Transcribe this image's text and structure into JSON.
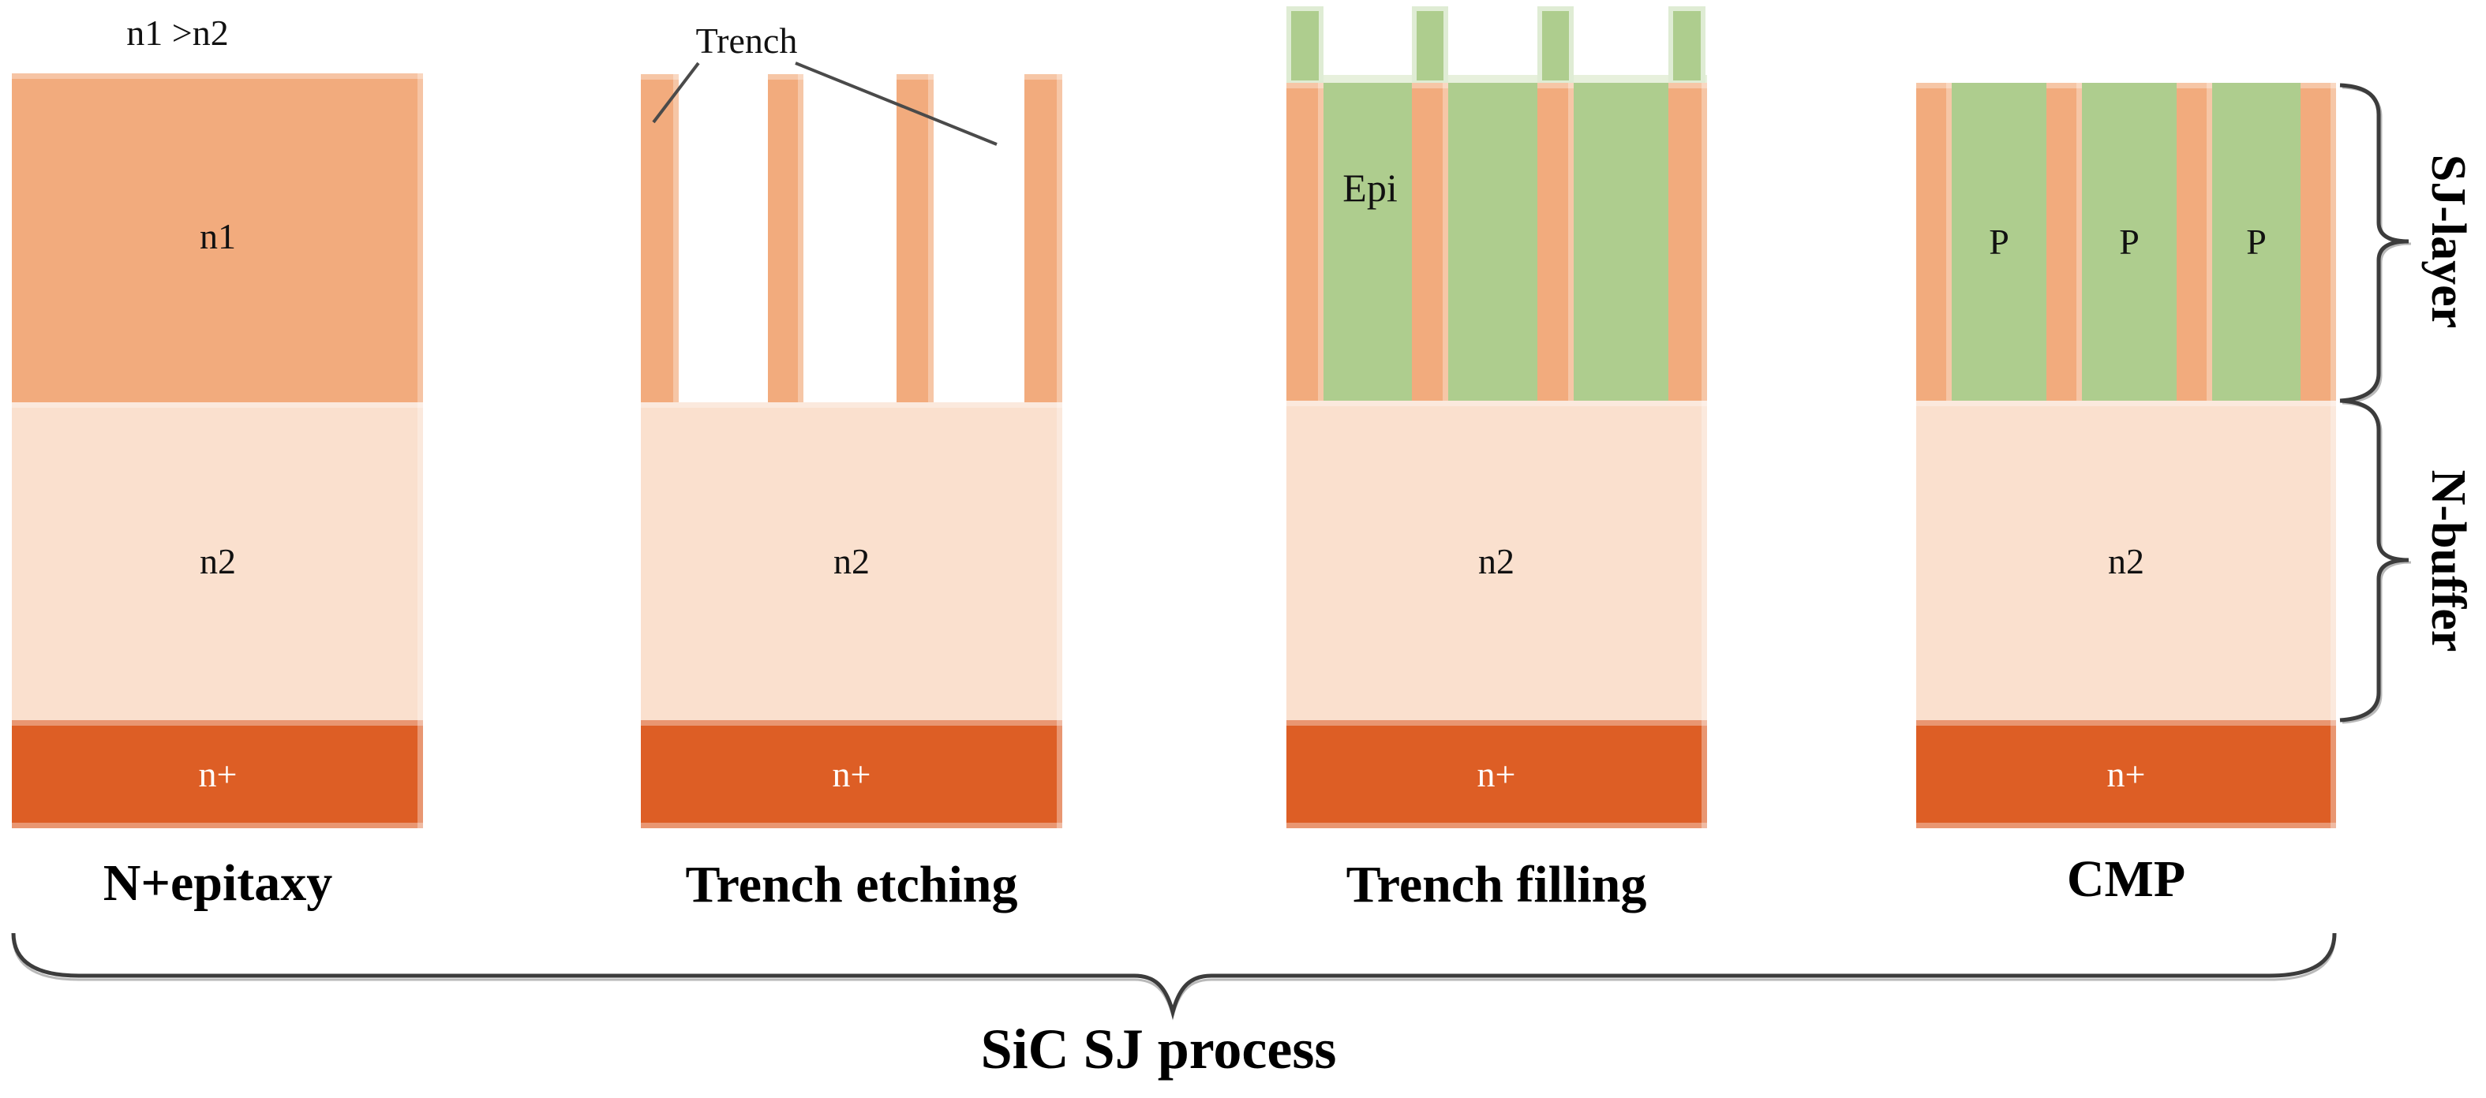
{
  "diagram_title": "SiC SJ process",
  "annotations": {
    "doping_note": "n1 >n2",
    "trench_label": "Trench",
    "epi_label": "Epi"
  },
  "layers": {
    "n1": "n1",
    "n2": "n2",
    "n_plus": "n+",
    "p_pillar": "P"
  },
  "panels": [
    {
      "caption": "N+epitaxy"
    },
    {
      "caption": "Trench etching"
    },
    {
      "caption": "Trench filling"
    },
    {
      "caption": "CMP"
    }
  ],
  "side_labels": {
    "sj_layer": "SJ-layer",
    "n_buffer": "N-buffer"
  },
  "footer": {
    "process_label": "SiC SJ process"
  },
  "colors": {
    "n1_orange": "#F2AB7D",
    "n2_peach": "#FAE0CE",
    "n_plus_dark_orange": "#DD5E25",
    "epi_green": "#AECD8E",
    "cap_edge_green": "#DFECD4",
    "surface_band_green": "#E7F0DC",
    "brace_stroke": "#3C3C3C",
    "brace_shadow": "#B9B9B9",
    "pointer_line": "#4A4A4A",
    "text_black": "#111111",
    "text_white": "#FFFFFF"
  }
}
